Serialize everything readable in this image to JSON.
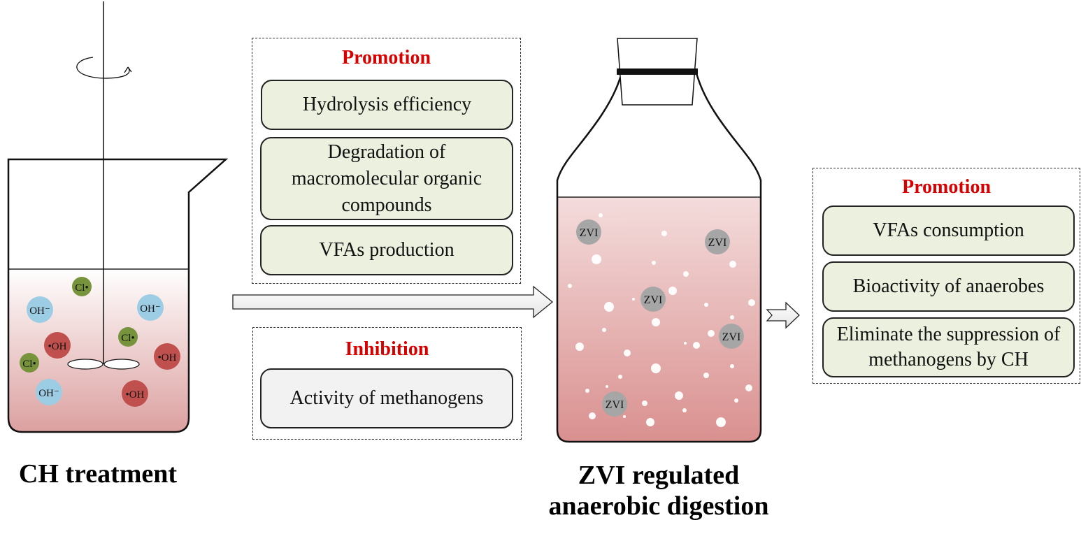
{
  "left_panel": {
    "caption": "CH treatment",
    "ions": {
      "hydroxide": "OH⁻",
      "chlorine_radical": "Cl•",
      "hydroxyl_radical": "•OH"
    }
  },
  "promotion_box_1": {
    "heading": "Promotion",
    "items": [
      "Hydrolysis efficiency",
      "Degradation of macromolecular organic compounds",
      "VFAs production"
    ]
  },
  "inhibition_box": {
    "heading": "Inhibition",
    "items": [
      "Activity of methanogens"
    ]
  },
  "center_panel": {
    "caption_line1": "ZVI regulated",
    "caption_line2": "anaerobic digestion",
    "particle_label": "ZVI"
  },
  "promotion_box_2": {
    "heading": "Promotion",
    "items": [
      "VFAs consumption",
      "Bioactivity of anaerobes",
      "Eliminate the suppression of methanogens by CH"
    ]
  },
  "colors": {
    "promotion_heading": "#d90000",
    "inhibition_heading": "#d90000",
    "promotion_item_fill": "#ebf1de",
    "inhibition_item_fill": "#f2f2f2",
    "hydroxide_ion": "#9dcde4",
    "chlorine_radical": "#77933c",
    "hydroxyl_radical": "#c0504d",
    "zvi_particle": "#a6a6a6",
    "liquid_top": "#f4dcdc",
    "liquid_bottom": "#d9908f"
  }
}
